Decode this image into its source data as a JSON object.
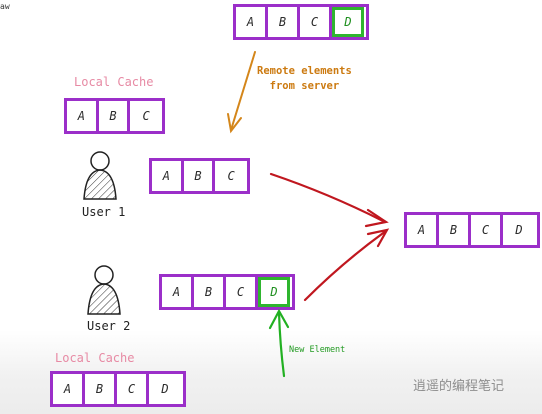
{
  "corner_text": "aw",
  "arrays": {
    "server": {
      "cells": [
        "A",
        "B",
        "C",
        "D"
      ],
      "new_index": 3
    },
    "local_cache_top": {
      "label": "Local Cache",
      "cells": [
        "A",
        "B",
        "C"
      ]
    },
    "user1": {
      "label": "User 1",
      "cells": [
        "A",
        "B",
        "C"
      ]
    },
    "merged": {
      "cells": [
        "A",
        "B",
        "C",
        "D"
      ]
    },
    "user2": {
      "label": "User 2",
      "cells": [
        "A",
        "B",
        "C",
        "D"
      ],
      "new_index": 3
    },
    "local_cache_bottom": {
      "label": "Local Cache",
      "cells": [
        "A",
        "B",
        "C",
        "D"
      ]
    }
  },
  "annotations": {
    "remote": [
      "Remote elements",
      "from server"
    ],
    "new_element": "New Element"
  },
  "watermark": "逍遥的编程笔记",
  "colors": {
    "array_border": "#9b2fc9",
    "new_highlight": "#2fb52f",
    "server_arrow": "#d4861a",
    "merge_arrow": "#c0171f",
    "new_arrow": "#22b022",
    "cache_label": "#e78aa4"
  }
}
